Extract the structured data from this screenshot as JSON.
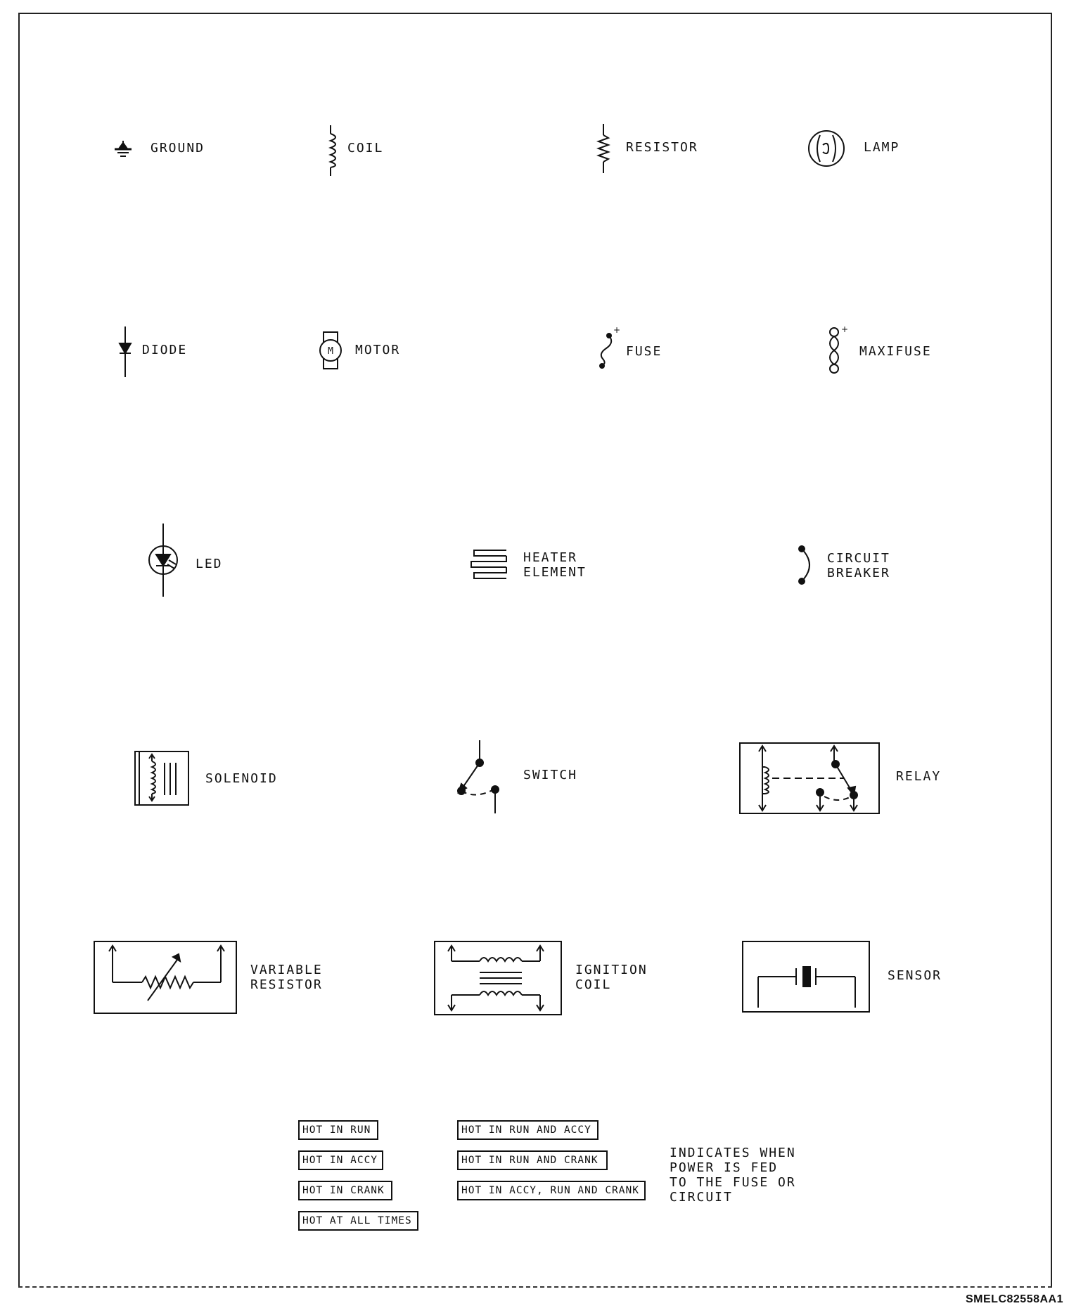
{
  "symbols": {
    "ground": "GROUND",
    "coil": "COIL",
    "resistor": "RESISTOR",
    "lamp": "LAMP",
    "diode": "DIODE",
    "motor": "MOTOR",
    "motor_letter": "M",
    "fuse": "FUSE",
    "maxifuse": "MAXIFUSE",
    "plus": "+",
    "led": "LED",
    "heater_element_line1": "HEATER",
    "heater_element_line2": "ELEMENT",
    "circuit_breaker_line1": "CIRCUIT",
    "circuit_breaker_line2": "BREAKER",
    "solenoid": "SOLENOID",
    "switch": "SWITCH",
    "relay": "RELAY",
    "variable_resistor_line1": "VARIABLE",
    "variable_resistor_line2": "RESISTOR",
    "ignition_coil_line1": "IGNITION",
    "ignition_coil_line2": "COIL",
    "sensor": "SENSOR"
  },
  "power_tags": {
    "left": [
      "HOT IN RUN",
      "HOT IN ACCY",
      "HOT IN CRANK",
      "HOT AT ALL TIMES"
    ],
    "right": [
      "HOT IN RUN AND ACCY",
      "HOT IN RUN AND CRANK",
      "HOT IN ACCY, RUN AND CRANK"
    ],
    "note_lines": [
      "INDICATES WHEN",
      "POWER IS FED",
      "TO THE FUSE OR",
      "CIRCUIT"
    ]
  },
  "figure_code": "SMELC82558AA1"
}
